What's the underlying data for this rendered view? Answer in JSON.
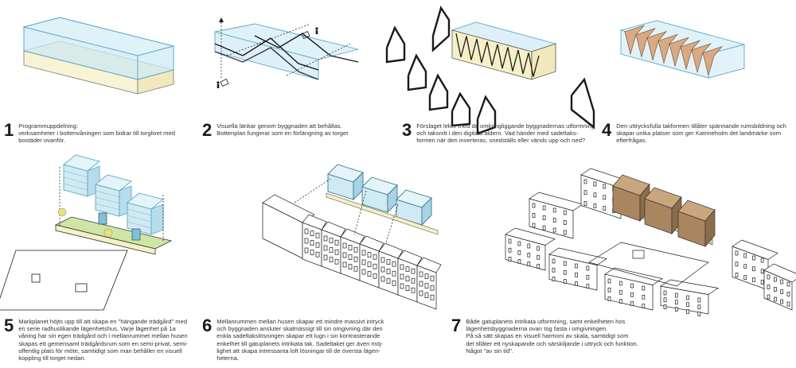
{
  "steps": [
    {
      "number": "1",
      "text": "Programmuppdelning:\nverksamheter i bottenvåningen som bidrar till torglivet med\nbostäder ovanför."
    },
    {
      "number": "2",
      "text": "Visuella länkar genom byggnaden att behållas.\nBottenplan fungerar som en förlängning av torget"
    },
    {
      "number": "3",
      "text": "Förslaget leker med de omkringliggande byggnadernas utformning\noch taksnitt i den digitala åldern. Vad händer med sadeltaks-\nformen när den inverteras, snedställs eller vänds upp och ned?"
    },
    {
      "number": "4",
      "text": "Den uttrycksfulla takformen tillåter spännande rumsbildning och\nskapar unika platser som ger Katrineholm det landmärke som\nefterfrågas."
    },
    {
      "number": "5",
      "text": "Markplanet höjts upp till att skapa en \"hängande trädgård\" med\nen serie radhuslikande lägenhetshus. Varje lägenhet på 1a\nvåning har sin egen trädgård och i mellanrummet mellan husen\nskapas ett gemensamt trädgårdsrum som en semi-privat, semi-\noffentlig plats för möte, samtidigt som man behåller en visuell\nkoppling till torget nedan."
    },
    {
      "number": "6",
      "text": "Mellanrummen mellan husen skapar ett mindre massivt intryck\noch byggnaden ansluter skalmässigt till sin omgivning där den\nenkla sadeltakslösningen skapar ett lugn i sin kontrasterande\nenkelhet till gatuplanets intrikata tak. Sadeltaket ger även möj-\nlighet att skapa intressanta loft lösningar till de översta lägen-\nheterna."
    },
    {
      "number": "7",
      "text": "Både gatuplanets intrikata utformning, samt enkelheten hos\nlägenhetsbyggnaderna ovan tog fasta i omgivningen.\nPå så sätt skapas en visuell harmoni av skala, samtidigt som\ndet tillåter ett nyskapande och särskiljande i uttryck och funktion.\nNågot \"av sin tid\"."
    }
  ],
  "colors": {
    "glass": "#cfeaf3",
    "glass_edge": "#5aa9c4",
    "ground": "#f6f0c6",
    "green": "#bfe0a0",
    "roof_wood": "#d9a982",
    "line": "#1a1a1a"
  },
  "icons": [
    "binoculars-icon",
    "person-icon",
    "arrow-icon",
    "circle-marker-icon"
  ]
}
